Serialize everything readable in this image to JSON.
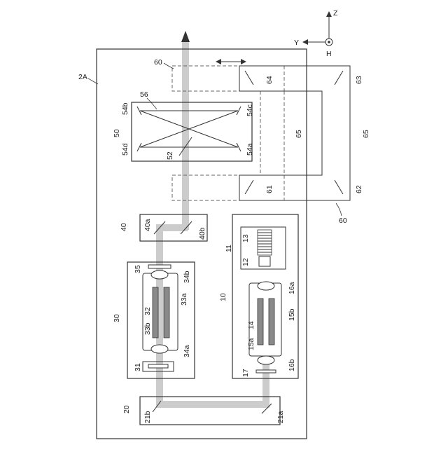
{
  "axes": {
    "z": "Z",
    "y": "Y",
    "h": "H"
  },
  "labels": {
    "l2A": "2A",
    "l10": "10",
    "l11": "11",
    "l12": "12",
    "l13": "13",
    "l14": "14",
    "l15a": "15a",
    "l15b": "15b",
    "l16a": "16a",
    "l16b": "16b",
    "l17": "17",
    "l20": "20",
    "l21a": "21a",
    "l21b": "21b",
    "l30": "30",
    "l31": "31",
    "l32": "32",
    "l33a": "33a",
    "l33b": "33b",
    "l34a": "34a",
    "l34b": "34b",
    "l35": "35",
    "l40": "40",
    "l40a": "40a",
    "l40b": "40b",
    "l50": "50",
    "l52": "52",
    "l54a": "54a",
    "l54b": "54b",
    "l54c": "54c",
    "l54d": "54d",
    "l56": "56",
    "l60top": "60",
    "l60bot": "60",
    "l61": "61",
    "l62": "62",
    "l63": "63",
    "l64": "64",
    "l65a": "65",
    "l65b": "65"
  }
}
